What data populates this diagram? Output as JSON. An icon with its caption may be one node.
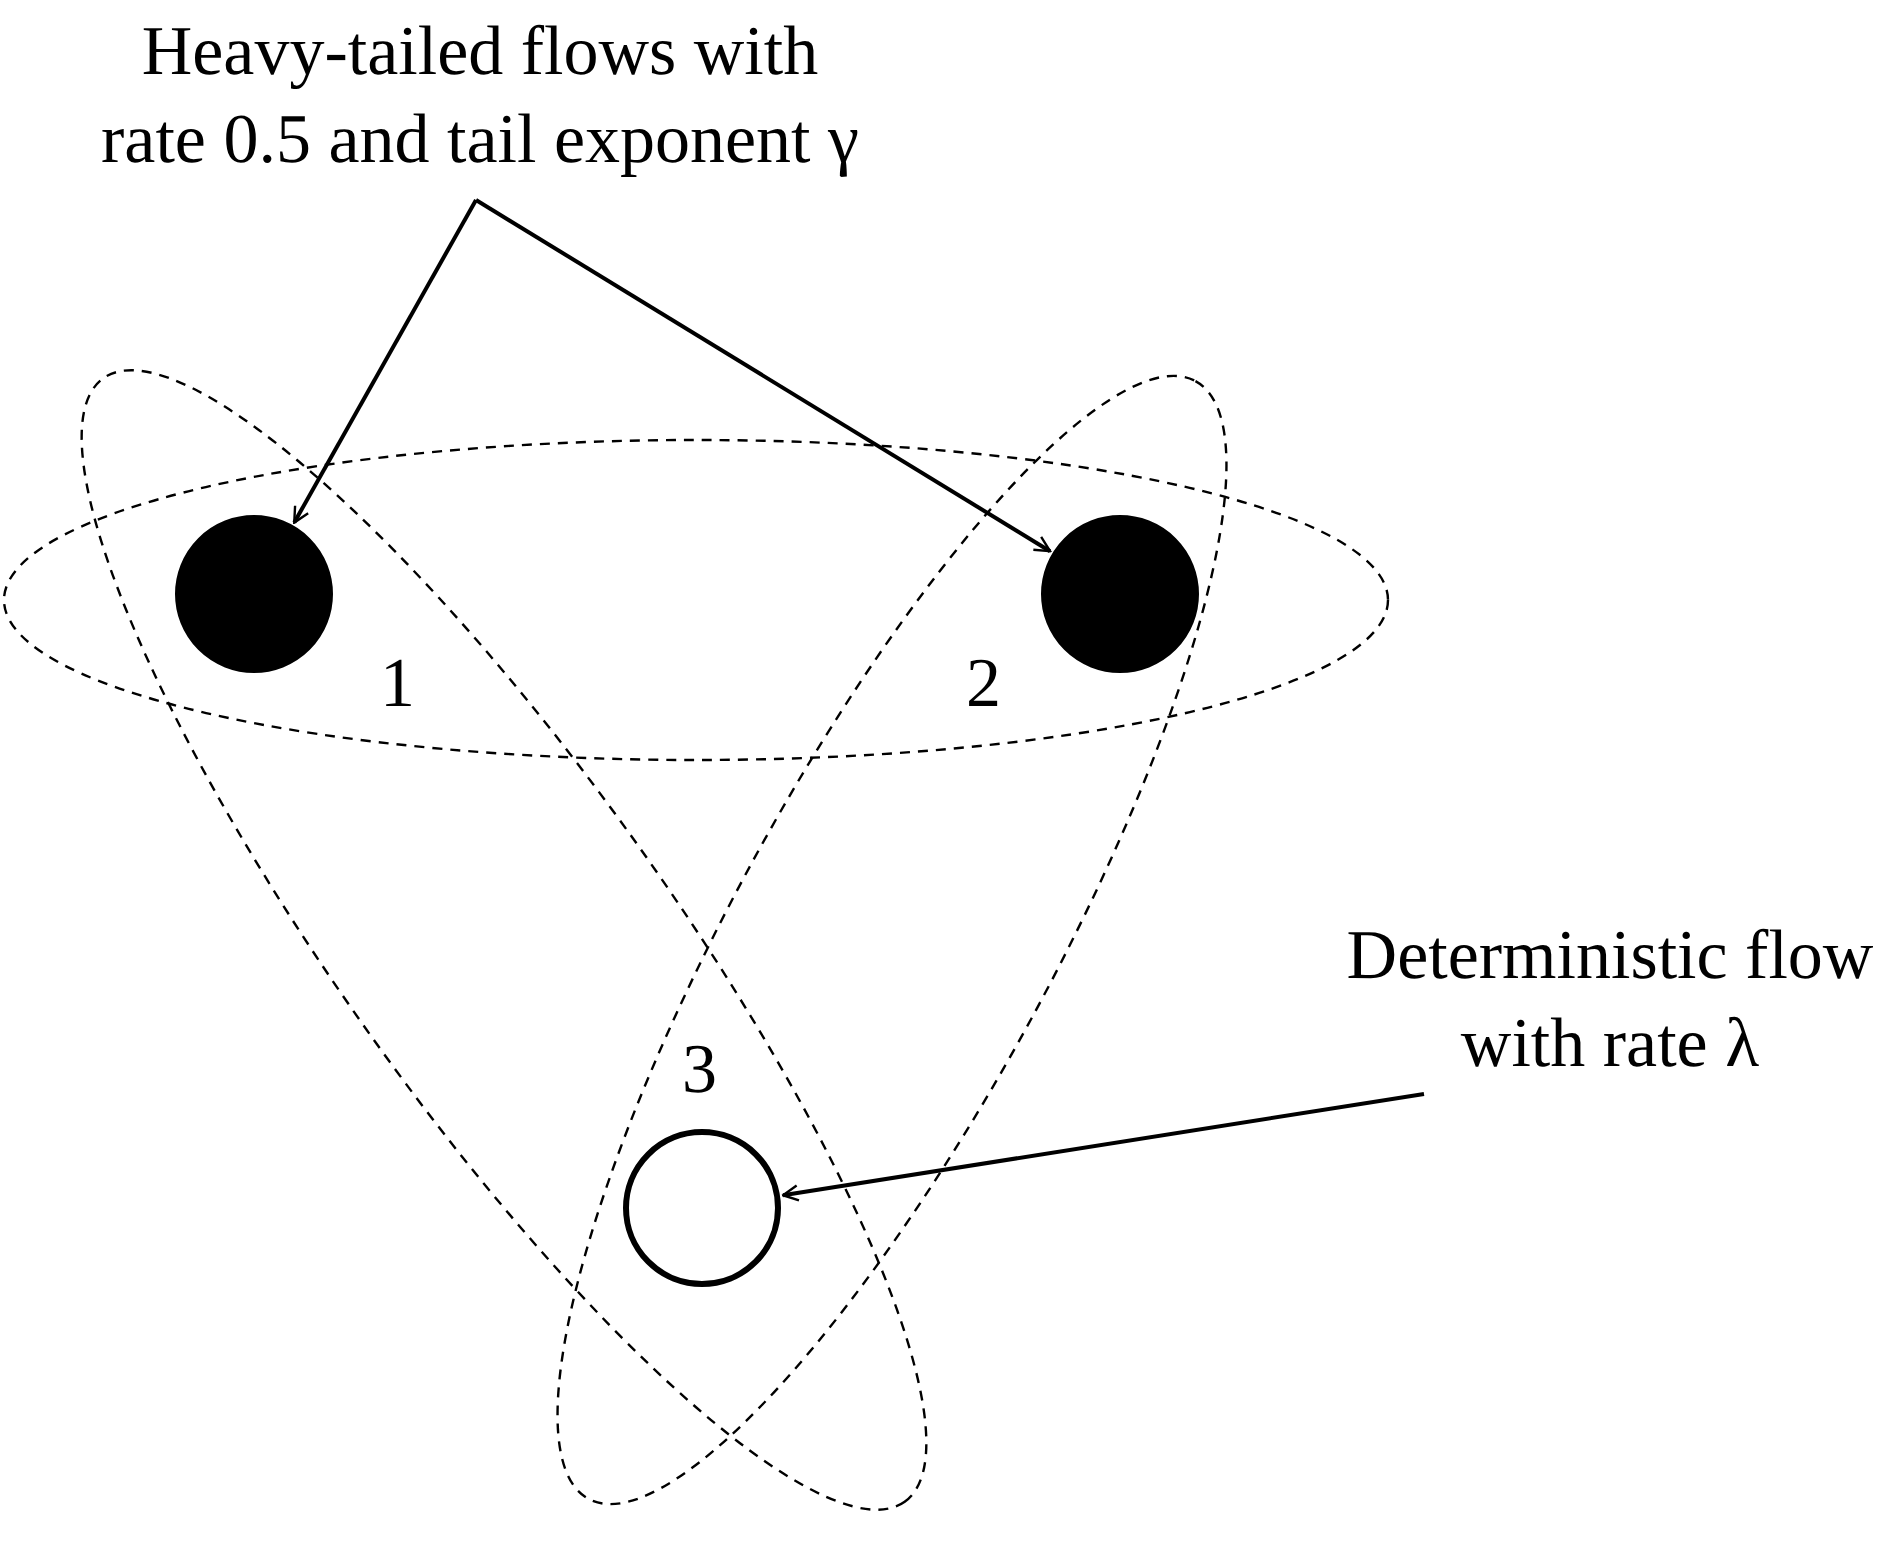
{
  "diagram": {
    "nodes": [
      {
        "text": [
          "Heavy-tailed flows with rate 0.5 and tail exponent γ"
        ]
      },
      {
        "text": [],
        "shape": "circle",
        "beside": [
          "1"
        ]
      },
      {
        "text": [],
        "shape": "circle",
        "beside": [
          "2"
        ]
      },
      {
        "text": [
          "Deterministic flow with rate λ"
        ]
      },
      {
        "text": [],
        "shape": "circle",
        "beside": [
          "3"
        ]
      }
    ],
    "edges": [
      {
        "from": 0,
        "to": 1,
        "arrow": "to"
      },
      {
        "from": 0,
        "to": 2,
        "arrow": "to"
      },
      {
        "from": 3,
        "to": 4,
        "arrow": "to"
      }
    ]
  }
}
